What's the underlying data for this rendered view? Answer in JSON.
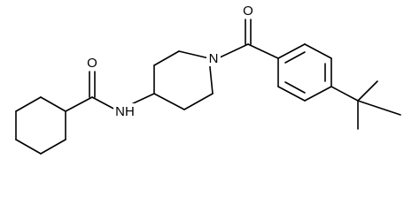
{
  "molecule": {
    "atom_labels": {
      "amide_oxygen": "O",
      "amide_nitrogen": "NH",
      "piperidine_nitrogen": "N",
      "ketone_oxygen": "O"
    },
    "colors": {
      "bond": "#000000",
      "label": "#000000",
      "background": "#ffffff"
    }
  }
}
